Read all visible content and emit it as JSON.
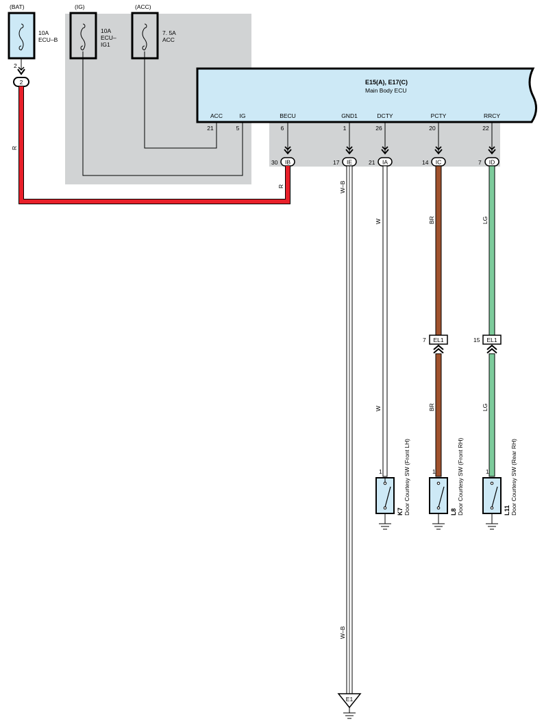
{
  "power_sources": {
    "bat": {
      "label": "(BAT)",
      "rating": "10A",
      "name": "ECU–B"
    },
    "ig": {
      "label": "(IG)",
      "rating": "10A",
      "name_line1": "ECU–",
      "name_line2": "IG1"
    },
    "acc": {
      "label": "(ACC)",
      "rating": "7. 5A",
      "name": "ACC"
    }
  },
  "bat_output": {
    "pin": "2",
    "connector": "2"
  },
  "ecu": {
    "title": "E15(A), E17(C)",
    "subtitle": "Main Body ECU",
    "terminals": [
      {
        "name": "ACC",
        "pin": "21"
      },
      {
        "name": "IG",
        "pin": "5"
      },
      {
        "name": "BECU",
        "pin": "6"
      },
      {
        "name": "GND1",
        "pin": "1"
      },
      {
        "name": "DCTY",
        "pin": "26"
      },
      {
        "name": "PCTY",
        "pin": "20"
      },
      {
        "name": "RRCY",
        "pin": "22"
      }
    ],
    "connectors": [
      {
        "pin": "30",
        "id": "IB"
      },
      {
        "pin": "17",
        "id": "IE"
      },
      {
        "pin": "21",
        "id": "IA"
      },
      {
        "pin": "14",
        "id": "IC"
      },
      {
        "pin": "7",
        "id": "ID"
      }
    ]
  },
  "wire_colors": {
    "R": "#e8202a",
    "W": "#ffffff",
    "W-B": "#ffffff",
    "BR": "#a0522d",
    "LG": "#7dcb9b"
  },
  "wires": {
    "bat_left": "R",
    "bat_right": "R",
    "gnd_upper": "W–B",
    "gnd_lower": "W–B",
    "dcty_upper": "W",
    "dcty_lower": "W",
    "pcty_upper": "BR",
    "pcty_lower": "BR",
    "rrcy_upper": "LG",
    "rrcy_lower": "LG"
  },
  "inline_connectors": [
    {
      "pin": "7",
      "id": "EL1"
    },
    {
      "pin": "15",
      "id": "EL1"
    }
  ],
  "switches": [
    {
      "pin": "1",
      "code": "K7",
      "name": "Door Courtesy SW (Front LH)"
    },
    {
      "pin": "1",
      "code": "L8",
      "name": "Door Courtesy SW (Front RH)"
    },
    {
      "pin": "1",
      "code": "L11",
      "name": "Door Courtesy SW (Rear RH)"
    }
  ],
  "ground_point": {
    "id": "E1"
  }
}
